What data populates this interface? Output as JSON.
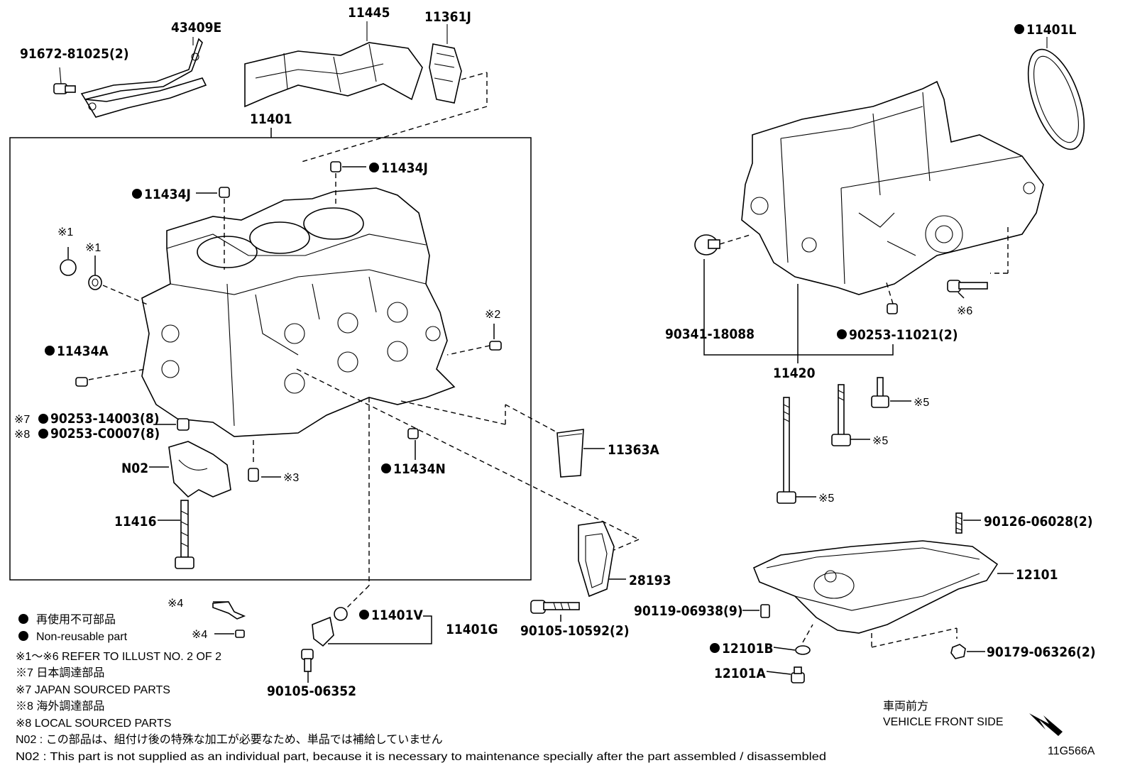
{
  "diagram_code": "11G566A",
  "part_labels": {
    "p91672": "91672-81025(2)",
    "p43409E": "43409E",
    "p11445": "11445",
    "p11361J": "11361J",
    "p11401L": "11401L",
    "p11401": "11401",
    "p11434J_top": "11434J",
    "p11434J_left": "11434J",
    "ref1a": "※1",
    "ref1b": "※1",
    "ref2": "※2",
    "ref3": "※3",
    "ref5a": "※5",
    "ref5b": "※5",
    "ref5c": "※5",
    "ref6": "※6",
    "ref7": "※7",
    "ref8": "※8",
    "ref4a": "※4",
    "ref4b": "※4",
    "p11434A": "11434A",
    "p90253_14003": "90253-14003(8)",
    "p90253_C0007": "90253-C0007(8)",
    "pN02": "N02",
    "p11416": "11416",
    "p11434N": "11434N",
    "p11363A": "11363A",
    "p28193": "28193",
    "p90341": "90341-18088",
    "p90253_11021": "90253-11021(2)",
    "p11420": "11420",
    "p90126": "90126-06028(2)",
    "p12101": "12101",
    "p90119": "90119-06938(9)",
    "p12101B": "12101B",
    "p90179": "90179-06326(2)",
    "p12101A": "12101A",
    "p11401V": "11401V",
    "p11401G": "11401G",
    "p90105_10592": "90105-10592(2)",
    "p90105_06352": "90105-06352"
  },
  "legend": {
    "non_reusable_jp": "再使用不可部品",
    "non_reusable_en": "Non-reusable part",
    "refer": "※1～※6  REFER TO ILLUST NO. 2 OF 2",
    "japan_jp": "※7 日本調達部品",
    "japan_en": "※7 JAPAN SOURCED PARTS",
    "local_jp": "※8 海外調達部品",
    "local_en": "※8 LOCAL SOURCED PARTS",
    "n02_jp": "N02 : この部品は、組付け後の特殊な加工が必要なため、単品では補給していません",
    "n02_en": "N02 : This part is not supplied as an individual part, because it is necessary to maintenance specially after the part assembled / disassembled"
  },
  "direction": {
    "jp": "車両前方",
    "en": "VEHICLE FRONT SIDE"
  }
}
